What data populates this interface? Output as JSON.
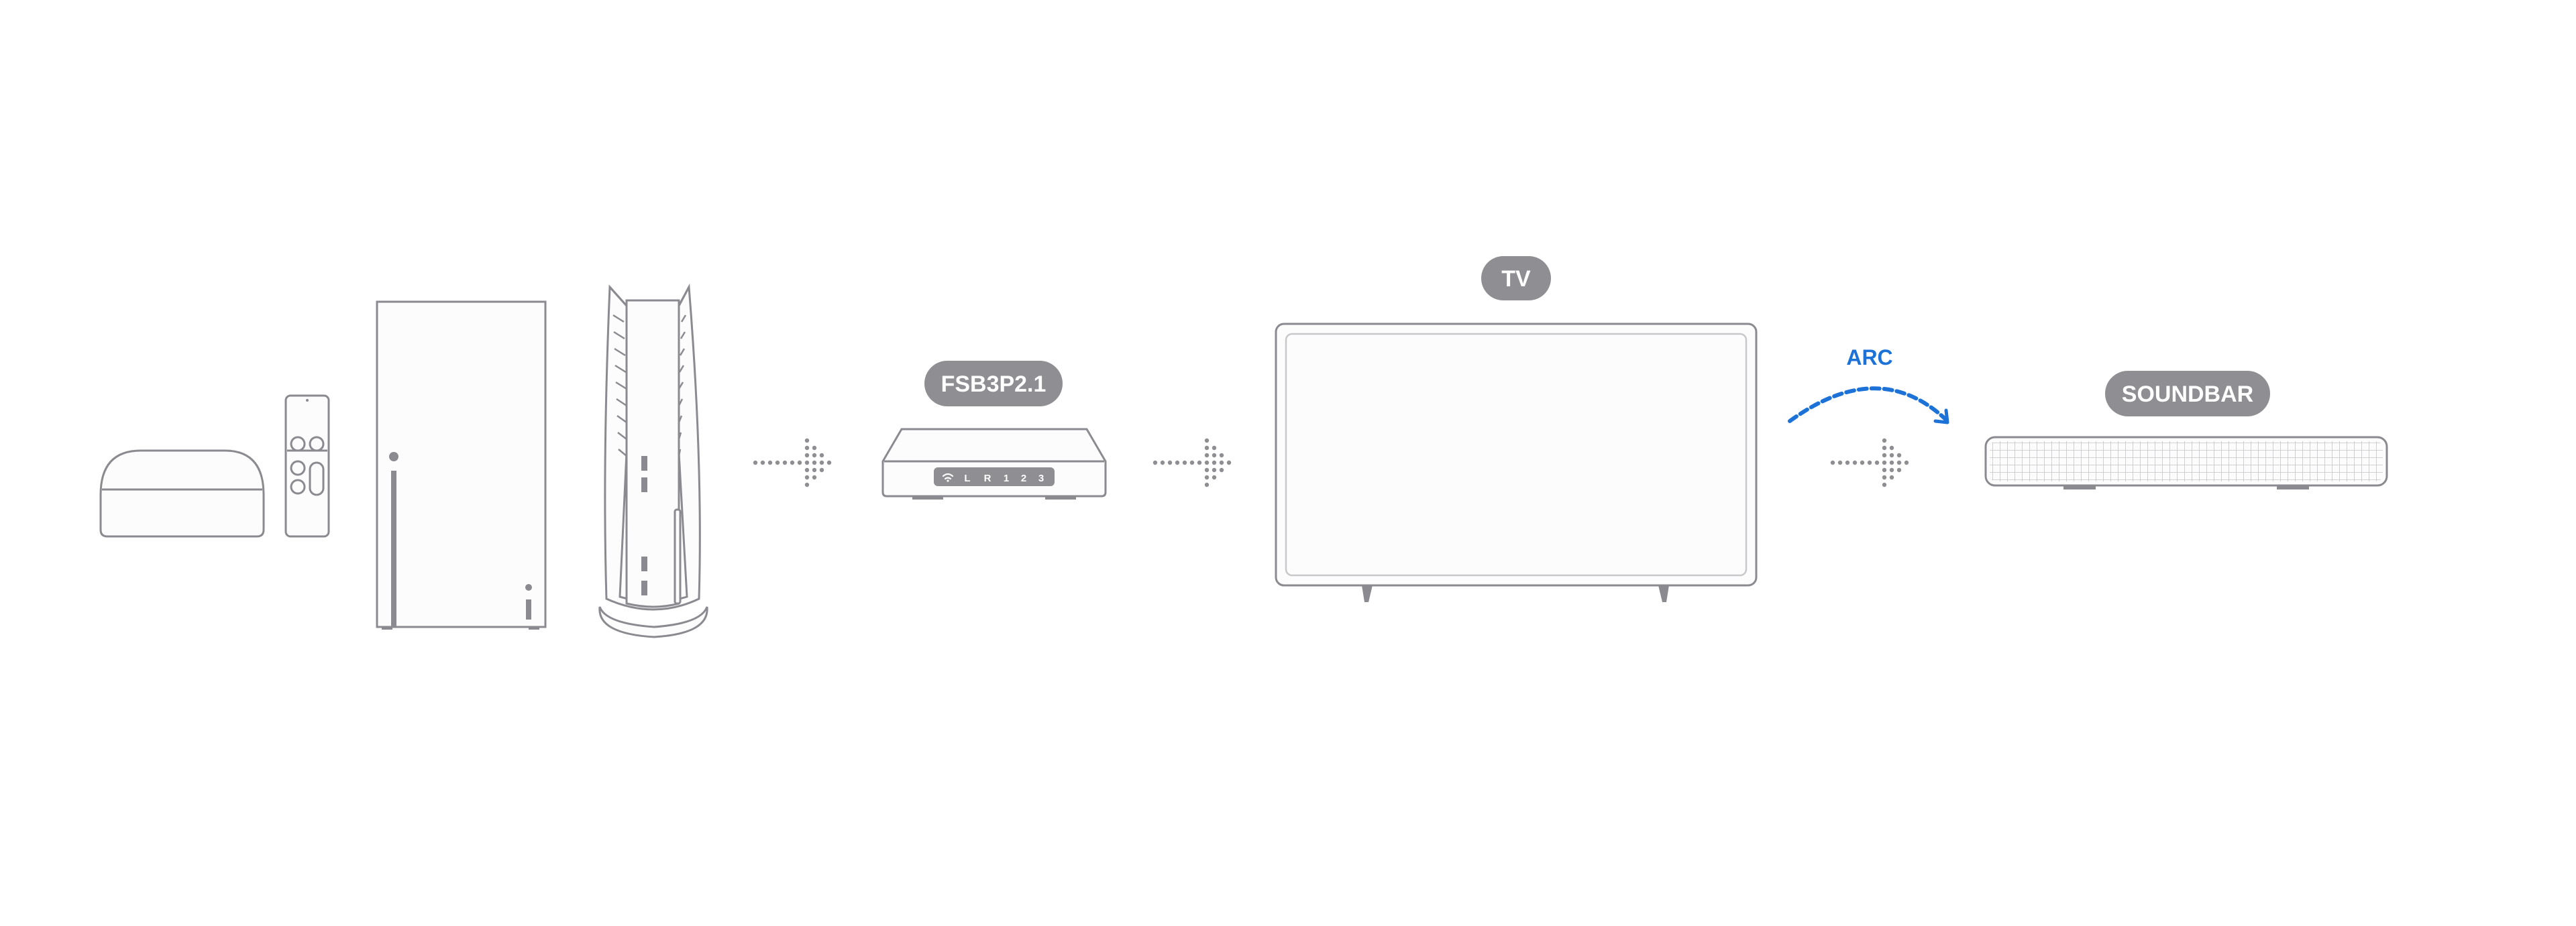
{
  "colors": {
    "outline": "#8a8a90",
    "pill": "#8e8e93",
    "arc": "#1d72d8",
    "dots": "#8e8e93",
    "fill": "#fcfcfc"
  },
  "devices": {
    "apple_tv_box": {
      "icon": "streaming-box-icon"
    },
    "remote": {
      "icon": "remote-control-icon"
    },
    "xbox": {
      "icon": "game-console-tower-icon"
    },
    "playstation": {
      "icon": "game-console-vertical-icon"
    },
    "switch": {
      "icon": "hdmi-switch-icon",
      "label": "FSB3P2.1",
      "ports": [
        "L",
        "R",
        "1",
        "2",
        "3"
      ],
      "wifi_icon": "wifi-icon"
    },
    "tv": {
      "icon": "tv-icon",
      "label": "TV"
    },
    "soundbar": {
      "icon": "soundbar-icon",
      "label": "SOUNDBAR"
    }
  },
  "connections": {
    "arc_label": "ARC",
    "arrow_icon": "dotted-arrow-icon"
  }
}
